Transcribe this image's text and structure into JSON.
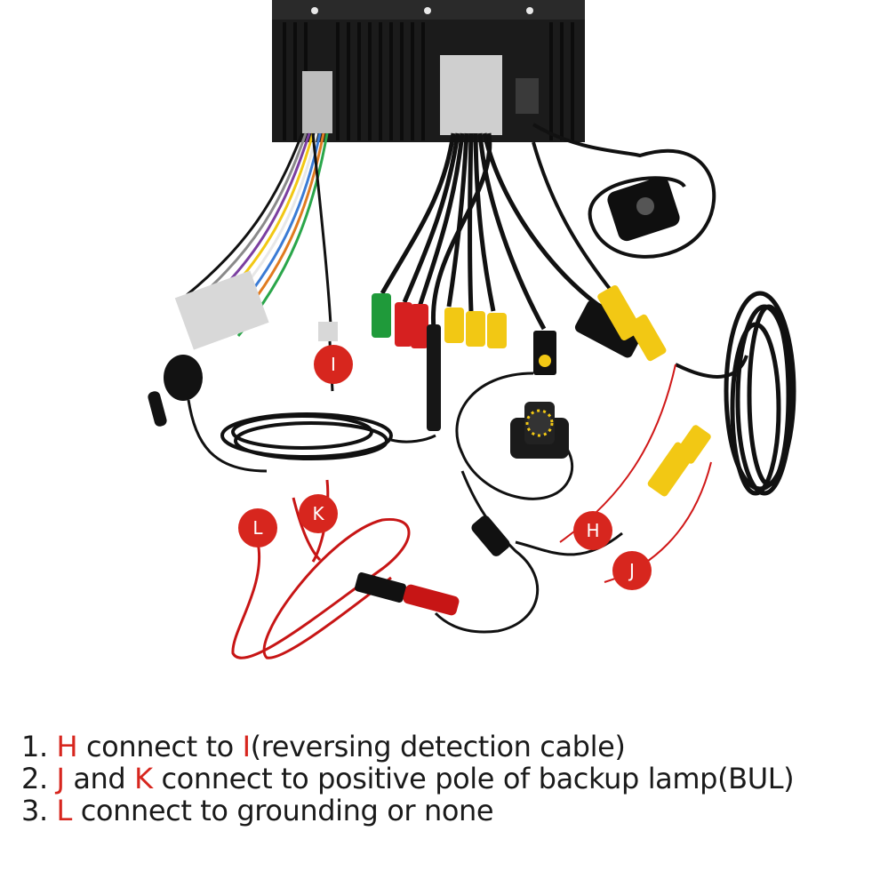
{
  "markers": {
    "I": "I",
    "H": "H",
    "J": "J",
    "K": "K",
    "L": "L"
  },
  "colors": {
    "marker": "#d7261e",
    "cable": "#111111",
    "rca_yellow": "#f2c814",
    "rca_red": "#d62020",
    "rca_green": "#1f9a3a",
    "red_wire": "#d01818"
  },
  "instructions": [
    {
      "number": "1.",
      "letter_a": "H",
      "text_a": " connect to ",
      "letter_b": "I",
      "text_b": "(reversing detection cable)"
    },
    {
      "number": "2.",
      "letter_a": "J",
      "text_a": " and ",
      "letter_b": "K",
      "text_b": " connect to positive pole of backup lamp(BUL)"
    },
    {
      "number": "3.",
      "letter_a": "L",
      "text_a": " connect to grounding or none"
    }
  ]
}
